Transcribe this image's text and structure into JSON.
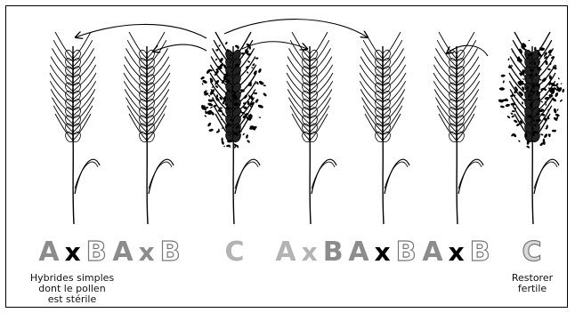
{
  "labels": [
    {
      "a": "A",
      "x": "x",
      "b": "B",
      "a_color": "#8c8c8c",
      "x_color": "#000000",
      "b_color": "#ffffff"
    },
    {
      "a": "A",
      "x": "x",
      "b": "B",
      "a_color": "#8c8c8c",
      "x_color": "#8c8c8c",
      "b_color": "#ffffff"
    },
    {
      "c": "C",
      "c_color": "#b3b3b3"
    },
    {
      "a": "A",
      "x": "x",
      "b": "B",
      "a_color": "#b3b3b3",
      "x_color": "#b3b3b3",
      "b_color": "#8c8c8c"
    },
    {
      "a": "A",
      "x": "x",
      "b": "B",
      "a_color": "#8c8c8c",
      "x_color": "#000000",
      "b_color": "#ffffff"
    },
    {
      "a": "A",
      "x": "x",
      "b": "B",
      "a_color": "#8c8c8c",
      "x_color": "#000000",
      "b_color": "#ffffff"
    },
    {
      "c": "C",
      "c_color": "#d9d9d9"
    }
  ],
  "captions": {
    "left": "Hybrides simples\ndont le pollen\nest stérile",
    "right": "Restorer\nfertile"
  },
  "plants": [
    {
      "pollen": false
    },
    {
      "pollen": false
    },
    {
      "pollen": true
    },
    {
      "pollen": false
    },
    {
      "pollen": false
    },
    {
      "pollen": false
    },
    {
      "pollen": true
    }
  ]
}
